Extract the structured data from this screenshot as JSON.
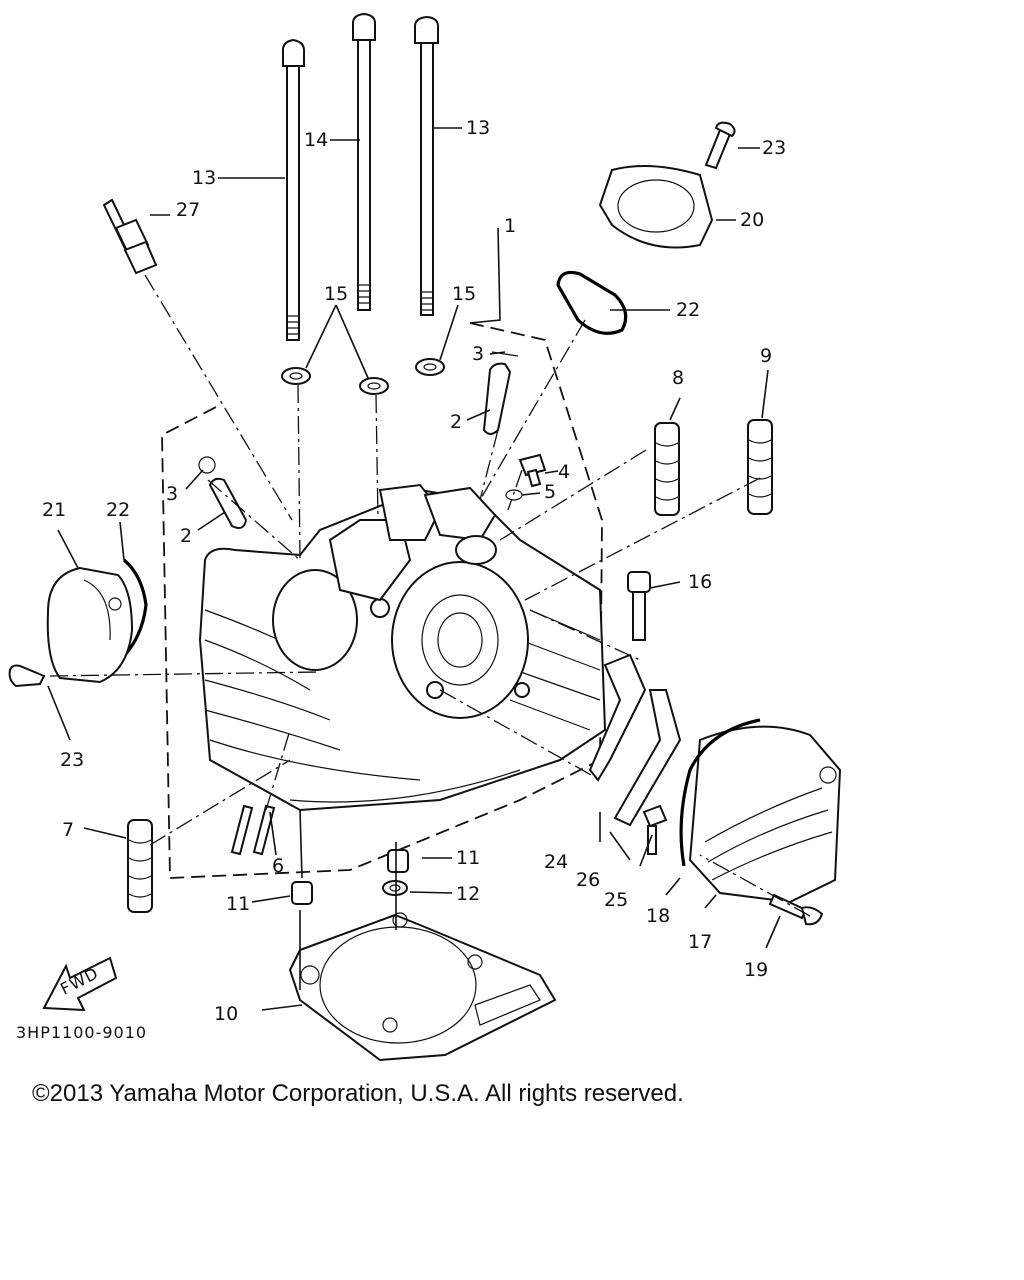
{
  "diagram": {
    "part_code": "3HP1100-9010",
    "direction_label": "FWD",
    "callouts": {
      "c1": "1",
      "c2a": "2",
      "c2b": "2",
      "c3a": "3",
      "c3b": "3",
      "c4": "4",
      "c5": "5",
      "c6": "6",
      "c7": "7",
      "c8": "8",
      "c9": "9",
      "c10": "10",
      "c11a": "11",
      "c11b": "11",
      "c12": "12",
      "c13a": "13",
      "c13b": "13",
      "c14": "14",
      "c15a": "15",
      "c15b": "15",
      "c16": "16",
      "c17": "17",
      "c18": "18",
      "c19": "19",
      "c20": "20",
      "c21": "21",
      "c22a": "22",
      "c22b": "22",
      "c23a": "23",
      "c23b": "23",
      "c24": "24",
      "c25": "25",
      "c26": "26",
      "c27": "27"
    }
  },
  "copyright": "©2013 Yamaha Motor Corporation, U.S.A. All rights reserved."
}
